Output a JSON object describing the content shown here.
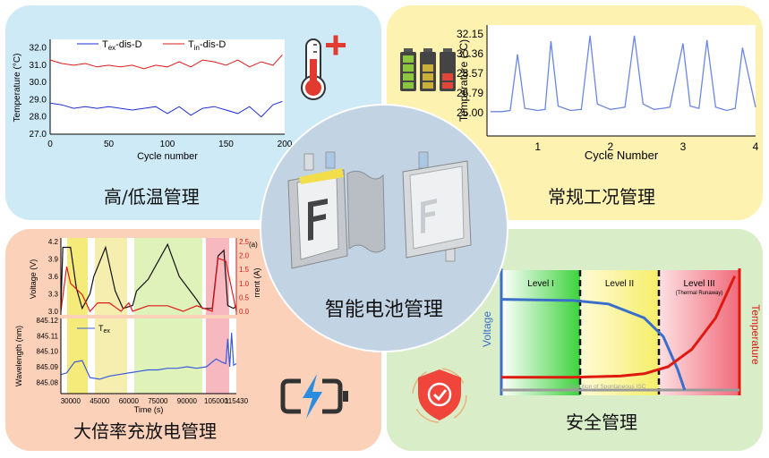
{
  "panels": {
    "top_left": {
      "title": "高/低温管理",
      "ylabel": "Temperature (°C)",
      "xlabel": "Cycle number",
      "yticks": [
        "32.0",
        "31.0",
        "30.0",
        "29.0",
        "28.0",
        "27.0"
      ],
      "xticks": [
        "0",
        "50",
        "100",
        "150",
        "200"
      ],
      "legend_ex_main": "T",
      "legend_ex_sub": "ex",
      "legend_ex_rest": "-dis-D",
      "legend_in_main": "T",
      "legend_in_sub": "in",
      "legend_in_rest": "-dis-D"
    },
    "top_right": {
      "title": "常规工况管理",
      "ylabel": "Temperature (°C)",
      "xlabel": "Cycle Number",
      "yticks": [
        "32.15",
        "30.36",
        "28.57",
        "26.79",
        "25.00"
      ],
      "xticks": [
        "1",
        "2",
        "3",
        "4"
      ]
    },
    "bottom_left": {
      "title": "大倍率充放电管理",
      "ylabel_top": "Voltage (V)",
      "ylabel_right": "rrent (A)",
      "ylabel_bottom": "Wavelength (nm)",
      "xlabel": "Time (s)",
      "label_a": "(a)",
      "legend_main": "T",
      "legend_sub": "ex",
      "yticks_voltage": [
        "4.2",
        "3.9",
        "3.6",
        "3.3",
        "3.0"
      ],
      "yticks_current": [
        "2.5",
        "2.0",
        "1.5",
        "1.0",
        "0.5",
        "0.0"
      ],
      "yticks_wavelength": [
        "845.12",
        "845.11",
        "845.10",
        "845.09",
        "845.08"
      ],
      "xticks": [
        "30000",
        "45000",
        "60000",
        "75000",
        "90000",
        "105000",
        "115430"
      ]
    },
    "bottom_right": {
      "title": "安全管理",
      "level1": "Level I",
      "level2": "Level II",
      "level3": "Level III",
      "level3_sub": "(Thermal Runaway)",
      "left_label": "Voltage",
      "right_label": "Temperature",
      "isc_text": "Evolution of Spontaneous ISC"
    }
  },
  "center": {
    "title": "智能电池管理"
  },
  "colors": {
    "blue_series": "#1f2ed8",
    "red_series": "#e01a1a",
    "voltage": "#3a6fc9",
    "temperature": "#e0190f"
  },
  "icons": [
    "thermometer-plus-icon",
    "battery-levels-icon",
    "lightning-battery-icon",
    "shield-check-icon"
  ],
  "chart_data": [
    {
      "type": "line",
      "xlabel": "Cycle number",
      "ylabel": "Temperature (°C)",
      "xlim": [
        0,
        200
      ],
      "ylim": [
        27.0,
        32.5
      ],
      "series": [
        {
          "name": "Tex-dis-D",
          "x": [
            0,
            10,
            20,
            30,
            40,
            50,
            60,
            70,
            80,
            90,
            100,
            110,
            120,
            130,
            140,
            150,
            160,
            170,
            180,
            190,
            198
          ],
          "y": [
            28.8,
            28.7,
            28.5,
            28.6,
            28.5,
            28.6,
            28.5,
            28.4,
            28.5,
            28.6,
            28.2,
            28.6,
            28.1,
            28.5,
            28.6,
            28.4,
            28.2,
            28.6,
            28.0,
            28.7,
            28.9
          ]
        },
        {
          "name": "Tin-dis-D",
          "x": [
            0,
            10,
            20,
            30,
            40,
            50,
            60,
            70,
            80,
            90,
            100,
            110,
            120,
            130,
            140,
            150,
            160,
            170,
            180,
            190,
            198
          ],
          "y": [
            31.3,
            31.1,
            31.0,
            31.1,
            30.9,
            31.0,
            30.9,
            31.0,
            30.8,
            31.0,
            30.9,
            31.2,
            30.9,
            31.3,
            31.2,
            31.0,
            31.3,
            30.9,
            31.2,
            31.0,
            31.6
          ]
        }
      ]
    },
    {
      "type": "line",
      "xlabel": "Cycle Number",
      "ylabel": "Temperature (°C)",
      "xlim": [
        0.3,
        4.0
      ],
      "ylim": [
        25.0,
        32.15
      ],
      "series": [
        {
          "x": [
            0.35,
            0.5,
            0.62,
            0.72,
            0.82,
            1.0,
            1.1,
            1.18,
            1.28,
            1.45,
            1.6,
            1.72,
            1.82,
            2.0,
            2.1,
            2.2,
            2.33,
            2.45,
            2.6,
            2.72,
            2.82,
            3.0,
            3.1,
            3.22,
            3.33,
            3.45,
            3.6,
            3.72,
            3.82,
            4.0
          ],
          "y": [
            25.1,
            25.1,
            25.2,
            30.3,
            25.4,
            25.2,
            25.3,
            31.5,
            25.6,
            25.2,
            25.3,
            32.0,
            25.8,
            25.3,
            25.4,
            25.5,
            32.0,
            25.8,
            25.3,
            25.4,
            25.5,
            31.3,
            25.6,
            25.4,
            31.6,
            25.5,
            25.2,
            25.4,
            30.9,
            25.5
          ]
        }
      ]
    },
    {
      "type": "line",
      "xlabel": "Time (s)",
      "ylabel": "Voltage (V)",
      "xlim": [
        25000,
        115430
      ],
      "ylim": [
        3.0,
        4.2
      ],
      "series": [
        {
          "name": "Voltage",
          "x": [
            25000,
            26000,
            30000,
            33000,
            36000,
            40000,
            42000,
            48000,
            53000,
            57000,
            62000,
            64000,
            70000,
            80000,
            86000,
            95000,
            98000,
            103000,
            106000,
            109000,
            111000,
            114000,
            115430
          ],
          "y": [
            3.05,
            4.1,
            4.1,
            3.4,
            3.05,
            3.3,
            3.6,
            4.1,
            3.35,
            3.05,
            3.1,
            3.35,
            3.55,
            4.15,
            3.6,
            3.2,
            3.05,
            3.05,
            3.95,
            4.05,
            3.1,
            3.05,
            3.1
          ]
        }
      ]
    },
    {
      "type": "line",
      "xlabel": "Time (s)",
      "ylabel": "Current (A)",
      "xlim": [
        25000,
        115430
      ],
      "ylim": [
        0.0,
        2.5
      ],
      "series": [
        {
          "name": "Current",
          "x": [
            25000,
            28000,
            30000,
            36000,
            40000,
            44000,
            50000,
            56000,
            60000,
            62000,
            70000,
            80000,
            88000,
            95000,
            103000,
            106000,
            110000,
            115430
          ],
          "y": [
            0.0,
            1.6,
            1.0,
            0.6,
            0.0,
            0.3,
            0.3,
            0.0,
            0.3,
            0.0,
            0.2,
            0.2,
            0.0,
            0.2,
            0.0,
            1.9,
            1.8,
            0.0
          ]
        }
      ]
    },
    {
      "type": "line",
      "xlabel": "Time (s)",
      "ylabel": "Wavelength (nm)",
      "xlim": [
        25000,
        115430
      ],
      "ylim": [
        845.075,
        845.12
      ],
      "series": [
        {
          "name": "Tex",
          "x": [
            25000,
            28000,
            32000,
            36000,
            40000,
            45000,
            50000,
            55000,
            60000,
            65000,
            70000,
            75000,
            80000,
            85000,
            90000,
            95000,
            100000,
            105000,
            108000,
            110000,
            111000,
            112000,
            113000,
            114000,
            115430
          ],
          "y": [
            845.085,
            845.086,
            845.093,
            845.094,
            845.083,
            845.082,
            845.084,
            845.085,
            845.086,
            845.087,
            845.088,
            845.088,
            845.089,
            845.089,
            845.09,
            845.089,
            845.09,
            845.095,
            845.093,
            845.092,
            845.108,
            845.09,
            845.112,
            845.091,
            845.092
          ]
        }
      ]
    },
    {
      "type": "line",
      "xlabel": "",
      "ylabel": "Voltage / Temperature",
      "series": [
        {
          "name": "Voltage",
          "x": [
            0.0,
            0.3,
            0.45,
            0.6,
            0.68,
            0.74,
            0.77
          ],
          "y": [
            0.78,
            0.77,
            0.74,
            0.62,
            0.46,
            0.18,
            0.0
          ]
        },
        {
          "name": "Temperature",
          "x": [
            0.0,
            0.3,
            0.5,
            0.6,
            0.7,
            0.8,
            0.9,
            0.98
          ],
          "y": [
            0.11,
            0.11,
            0.12,
            0.14,
            0.2,
            0.35,
            0.62,
            0.98
          ]
        }
      ]
    }
  ]
}
